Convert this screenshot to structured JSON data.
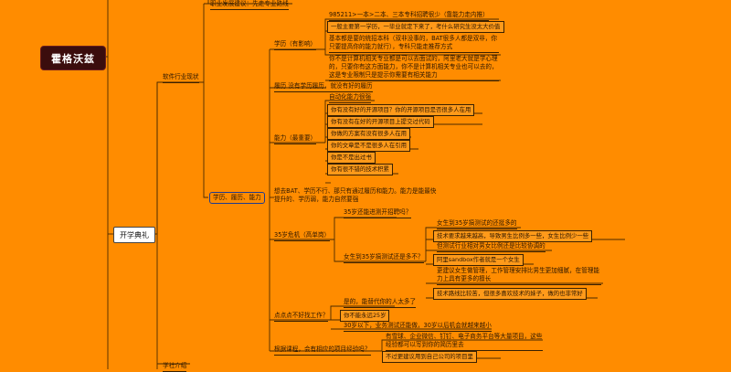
{
  "root": "霍格沃兹",
  "main": "开学典礼",
  "top_leftover": "职业发展建议：先走专业路线",
  "software": "软件行业现状",
  "edu": {
    "label": "学历（有影响）",
    "items": [
      "985211>一本>二本、三本专科招聘很少（靠能力走内推）",
      "一般主要第一学历，一毕业就定下来了，考什么研究生没太大价值",
      "基本都是要的统招本科（双非没事的，BAT很多人都是双非，你只要提高你的能力就行），专科只能走推荐方式",
      "你不是计算机相关专业都是可以去面试的，阿里老大就是学心理的，只要你有这方面能力，你不是计算机相关专业也可以去的，这是专业限制只是提示你需要有相关能力"
    ]
  },
  "resume": "履历    没有学历履历，就没有好的履历",
  "ability": {
    "label": "能力（最重要）",
    "items": [
      "自动化能力很强",
      "你有没有好的开源项目？你的开源项目是否很多人在用",
      "你有没有在好的开源项目上提交过代码",
      "你做的方案有没有很多人在用",
      "你的文章是不是很多人在引用",
      "你是不是出过书",
      "你有很不错的技术积累"
    ]
  },
  "xueli_sel": "学历、履历、能力",
  "bat": "想去BAT、学历不行、那只有通过履历和能力。能力是能最快提升的、学历弱，能力自然要强",
  "crisis": {
    "label": "35岁危机（高单岗）",
    "q1": "35岁还能进测开招聘吗？",
    "q2": "女生到35岁搞测试还是多不？",
    "q2_items": [
      "女生到35岁搞测试的还挺多的",
      "技术要求越来越高，导致男生比例多一些，女生比例少一些",
      "但测试行业相对男女比例还是比较协调的",
      "阿里sandbox作者就是一个女生",
      "更建议女生做管理，工作管理安排比男生更加细腻，在管理能力上具有更多的擅长",
      "技术路线比较苦，但很多喜欢技术的妹子，做的也非常好"
    ]
  },
  "work": {
    "label": "点点点不好找工作？",
    "items": [
      "是的，能替代你的人太多了",
      "你不能永远25岁",
      "30岁以下，业务测试还能做，30岁以后机会就越来越小"
    ]
  },
  "course": {
    "label": "根据课程，会有相应的项目经验吗？",
    "items": [
      "有雪球、企业微信、钉钉、电子商务平台等大量项目，这些经验都可以写到你的简历里去",
      "不过更建议用到自己公司的项目里"
    ]
  },
  "bottom": "学社介绍"
}
